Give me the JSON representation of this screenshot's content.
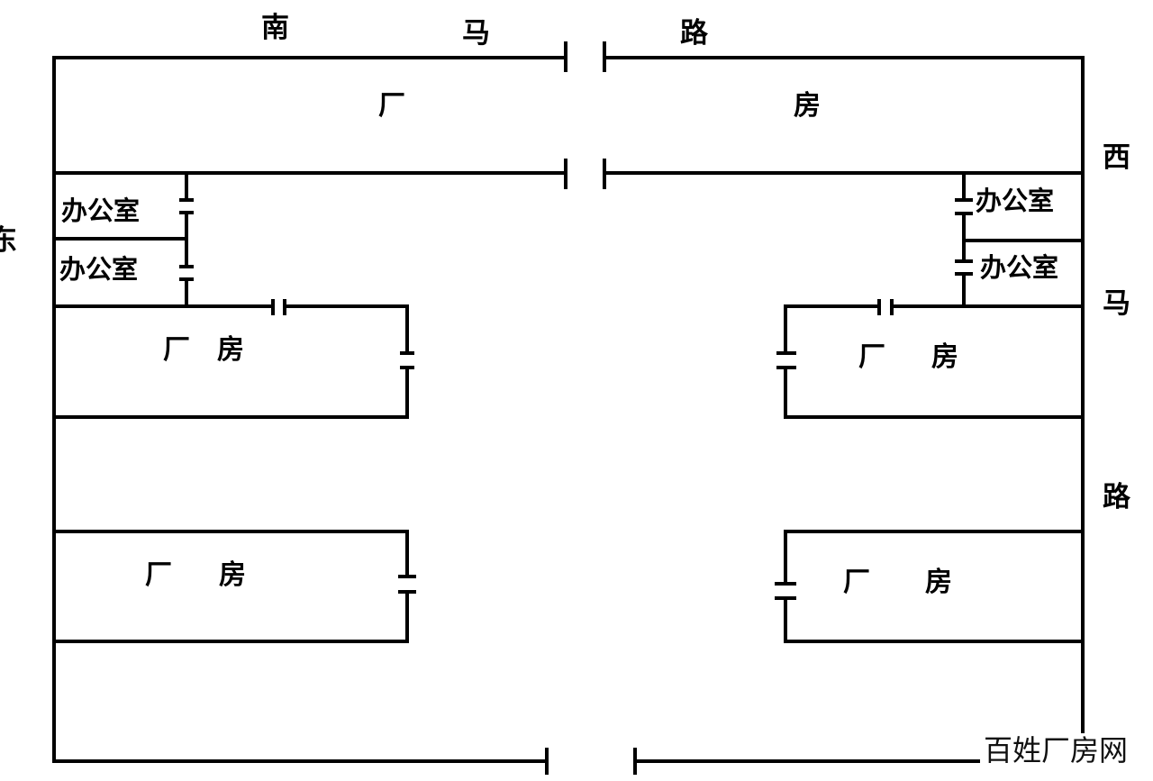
{
  "roads": {
    "south": [
      "南",
      "马",
      "路"
    ],
    "west": [
      "西",
      "马",
      "路"
    ],
    "east": [
      "东"
    ]
  },
  "top_building": {
    "left_char": "厂",
    "right_char": "房"
  },
  "left": {
    "office_upper": "办公室",
    "office_lower": "办公室",
    "factory_upper": {
      "a": "厂",
      "b": "房"
    },
    "factory_lower": {
      "a": "厂",
      "b": "房"
    }
  },
  "right": {
    "office_upper": "办公室",
    "office_lower": "办公室",
    "factory_upper": {
      "a": "厂",
      "b": "房"
    },
    "factory_lower": {
      "a": "厂",
      "b": "房"
    }
  },
  "watermark": "百姓厂房网"
}
